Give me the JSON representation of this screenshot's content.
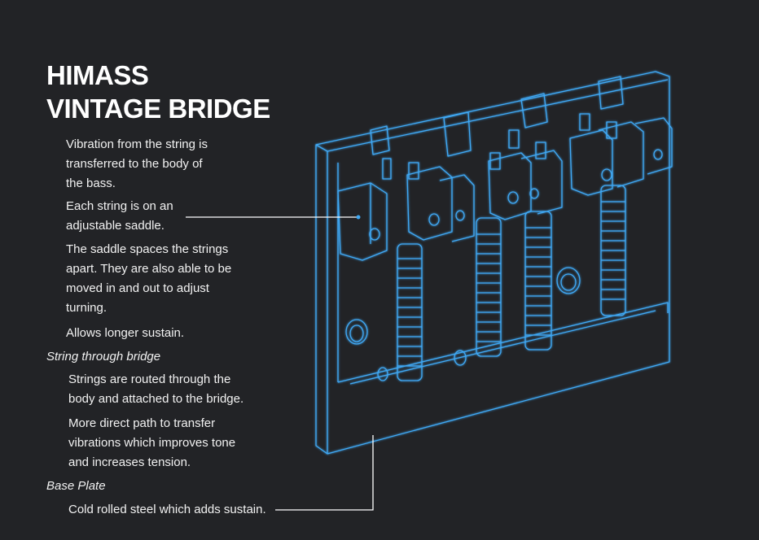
{
  "title": {
    "line1": "HIMASS",
    "line2": "VINTAGE BRIDGE"
  },
  "notes": {
    "vibration": "Vibration from the string is transferred to the body of the bass.",
    "saddle": "Each string is on an adjustable saddle.",
    "spacing": "The saddle spaces the strings apart. They are also able to be moved in and out to adjust turning.",
    "sustain": "Allows longer sustain."
  },
  "string_through": {
    "heading": "String through bridge",
    "routing": "Strings are routed through the body and attached to the bridge.",
    "tone": "More direct path to transfer vibrations which improves tone and increases tension."
  },
  "base_plate": {
    "heading": "Base Plate",
    "steel": "Cold rolled steel which adds sustain."
  },
  "colors": {
    "background": "#222326",
    "outline": "#3fa9f5",
    "text": "#ffffff"
  }
}
